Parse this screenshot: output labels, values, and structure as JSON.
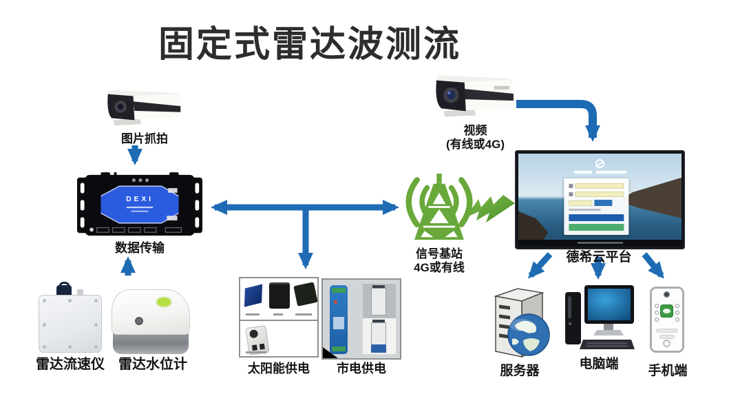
{
  "title": "固定式雷达波测流",
  "nodes": {
    "snapshot_camera": {
      "label": "图片抓拍"
    },
    "data_transfer": {
      "label": "数据传输",
      "brand": "DEXI"
    },
    "video_camera": {
      "label": "视频",
      "sublabel": "(有线或4G)"
    },
    "signal_station": {
      "label": "信号基站",
      "sublabel": "4G或有线"
    },
    "cloud_platform": {
      "label": "德希云平台"
    },
    "radar_velocimeter": {
      "label": "雷达流速仪"
    },
    "radar_level_gauge": {
      "label": "雷达水位计"
    },
    "solar_power": {
      "label": "太阳能供电"
    },
    "mains_power": {
      "label": "市电供电"
    },
    "server": {
      "label": "服务器"
    },
    "pc": {
      "label": "电脑端"
    },
    "mobile": {
      "label": "手机端"
    }
  },
  "colors": {
    "arrow_blue": "#1e6bb4",
    "signal_green": "#69a93b",
    "title_color": "#2d2d2d",
    "dexi_label_blue": "#2b5ce0"
  }
}
